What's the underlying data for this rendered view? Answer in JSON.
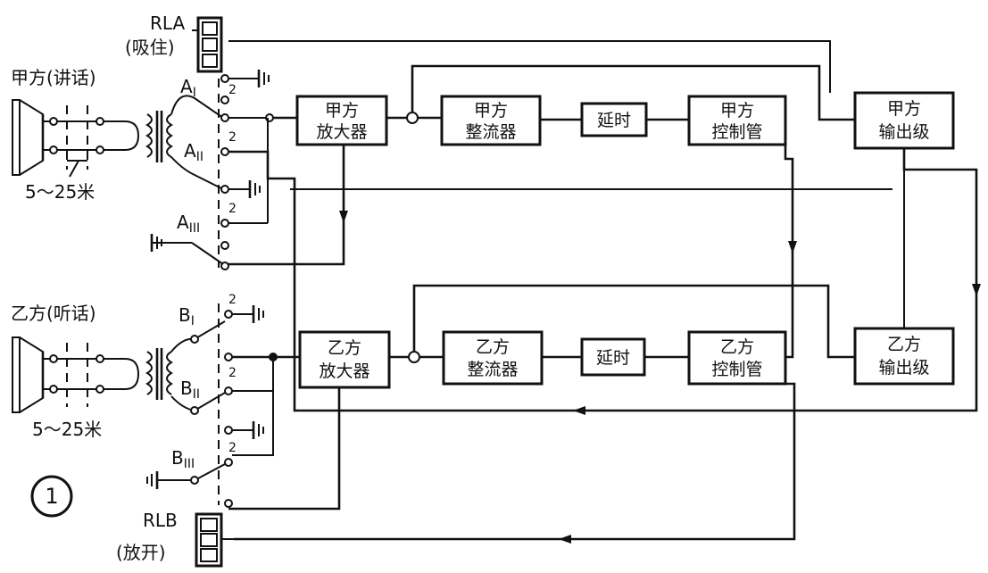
{
  "relay_a": {
    "name": "RLA",
    "state": "(吸住)"
  },
  "relay_b": {
    "name": "RLB",
    "state": "(放开)"
  },
  "party_a": {
    "label": "甲方(讲话)",
    "distance": "5～25米"
  },
  "party_b": {
    "label": "乙方(听话)",
    "distance": "5～25米"
  },
  "switches": {
    "a1": "A",
    "a1_sub": "I",
    "a2": "A",
    "a2_sub": "II",
    "a3": "A",
    "a3_sub": "III",
    "b1": "B",
    "b1_sub": "I",
    "b2": "B",
    "b2_sub": "II",
    "b3": "B",
    "b3_sub": "III",
    "contact_number": "2"
  },
  "figure_number": "1",
  "blocks": {
    "a_amp": [
      "甲方",
      "放大器"
    ],
    "a_rect": [
      "甲方",
      "整流器"
    ],
    "a_delay": "延时",
    "a_ctrl": [
      "甲方",
      "控制管"
    ],
    "a_out": [
      "甲方",
      "输出级"
    ],
    "b_amp": [
      "乙方",
      "放大器"
    ],
    "b_rect": [
      "乙方",
      "整流器"
    ],
    "b_delay": "延时",
    "b_ctrl": [
      "乙方",
      "控制管"
    ],
    "b_out": [
      "乙方",
      "输出级"
    ]
  }
}
